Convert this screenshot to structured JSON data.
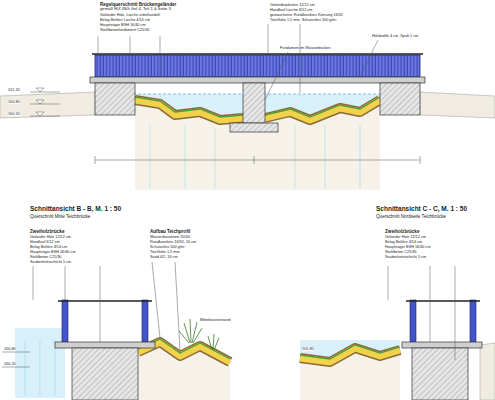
{
  "diagram": {
    "labels": [
      "Regelquerschnitt Brückengeländer",
      "gemäß RiZ-ING Gel 4, Teil 1 & Seite 3",
      "Geländer Holz, Lärche unbehandelt",
      "Belag Bohlen Lärche 4/14 cm",
      "Hauptträger BSH 16/40 cm",
      "Stahlbetonfundament C25/30",
      "Geländerpfosten 12/12 cm",
      "Handlauf Lärche 6/12 cm",
      "gewaschener Rundkornkies Körnung 16/32",
      "Teichfolie 1,5 mm, Schutzvlies 500 g/m²",
      "Holzbohle 4 cm, Spalt 1 cm",
      "Fundament im Wasserbecken",
      "101,20",
      "100,80",
      "100,20",
      "Schnittansicht B - B, M. 1 : 50",
      "Querschnitt Mitte Teichbrücke",
      "Schnittansicht C - C, M. 1 : 50",
      "Querschnitt Nordseite Teichbrücke",
      "Zweiholzbrücke",
      "Geländer Holz 12/12 cm",
      "Handlauf 6/12 cm",
      "Belag Bohlen 4/14 cm",
      "Hauptträger BSH 16/40 cm",
      "Stahlbeton C25/30",
      "Sauberkeitsschicht 5 cm",
      "Aufbau Teichprofil",
      "Wasserbausteine 20/40",
      "Rundkornkies 16/32, 10 cm",
      "Schutzvlies 500 g/m²",
      "Teichfolie 1,5 mm",
      "Sand 0/2, 10 cm",
      "Zweiholzbrücke",
      "Geländer Holz 12/12 cm",
      "Belag Bohlen 4/14 cm",
      "Hauptträger BSH 16/40 cm",
      "Stahlbeton C25/30",
      "Sauberkeitsschicht 5 cm",
      "Mittelwasserstand",
      "100,80",
      "100,20",
      "100,80"
    ]
  }
}
